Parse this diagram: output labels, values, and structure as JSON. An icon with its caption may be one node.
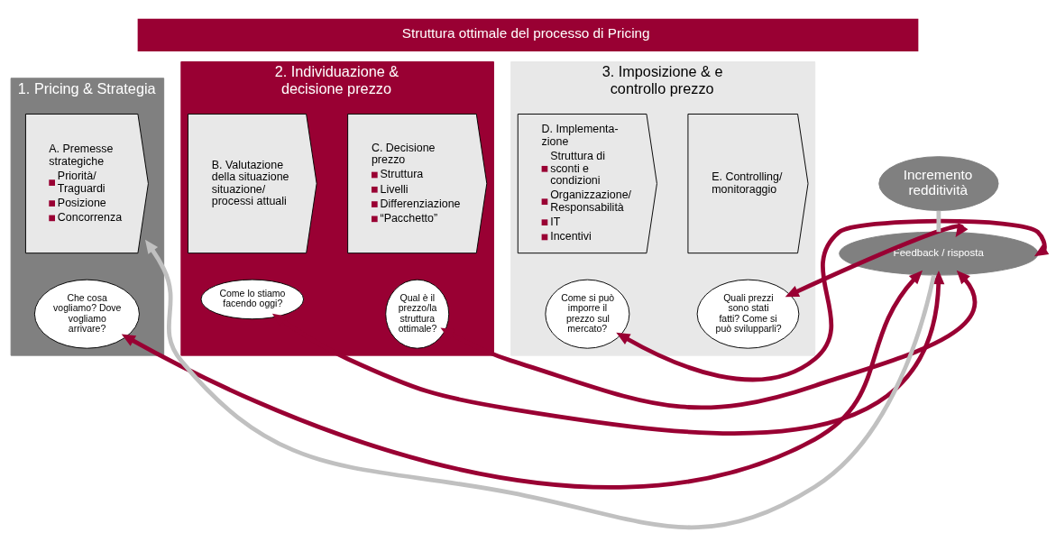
{
  "diagram": {
    "title": "Struttura ottimale del processo di Pricing",
    "nodes": [
      {
        "text": [
          "1. Pricing & Strategia"
        ]
      },
      {
        "text": [
          "A. Premesse strategiche",
          "Priorità/ Traguardi",
          "Posizione",
          "Concorrenza"
        ],
        "in": 0
      },
      {
        "text": [
          "Che cosa vogliamo? Dove vogliamo arrivare?"
        ],
        "in": 0
      },
      {
        "text": [
          "2. Individuazione & decisione prezzo"
        ]
      },
      {
        "text": [
          "B. Valutazione della situazione situazione/ processi attuali"
        ],
        "in": 3
      },
      {
        "text": [
          "C. Decisione prezzo",
          "Struttura",
          "Livelli",
          "Differenziazione",
          "“Pacchetto”"
        ],
        "in": 3
      },
      {
        "text": [
          "Come lo stiamo facendo oggi?"
        ],
        "in": 3
      },
      {
        "text": [
          "Qual è il prezzo/la struttura ottimale?"
        ],
        "in": 3
      },
      {
        "text": [
          "3. Imposizione & e controllo prezzo"
        ]
      },
      {
        "text": [
          "D. Implementa- zione",
          "Struttura di sconti e condizioni",
          "Organizzazione/ Responsabilità",
          "IT",
          "Incentivi"
        ],
        "in": 8
      },
      {
        "text": [
          "E. Controlling/ monitoraggio"
        ],
        "in": 8
      },
      {
        "text": [
          "Come si può imporre il prezzo sul mercato?"
        ],
        "in": 8
      },
      {
        "text": [
          "Quali prezzi sono stati fatti? Come si può svilupparli?"
        ],
        "in": 8
      },
      {
        "text": [
          "Incremento redditività"
        ]
      },
      {
        "text": [
          "Feedback / risposta"
        ]
      }
    ],
    "edges": [
      {
        "from": 13,
        "to": 14,
        "arrow": "none",
        "color": "#c0c0c0"
      },
      {
        "from": 14,
        "to": 1,
        "arrow": "to",
        "color": "#c0c0c0"
      },
      {
        "from": 2,
        "to": 14,
        "arrow": "both"
      },
      {
        "from": 6,
        "to": 14,
        "arrow": "both"
      },
      {
        "from": 7,
        "to": 14,
        "arrow": "both"
      },
      {
        "from": 11,
        "to": 14,
        "arrow": "both"
      },
      {
        "from": 12,
        "to": 14,
        "arrow": "both"
      }
    ]
  }
}
